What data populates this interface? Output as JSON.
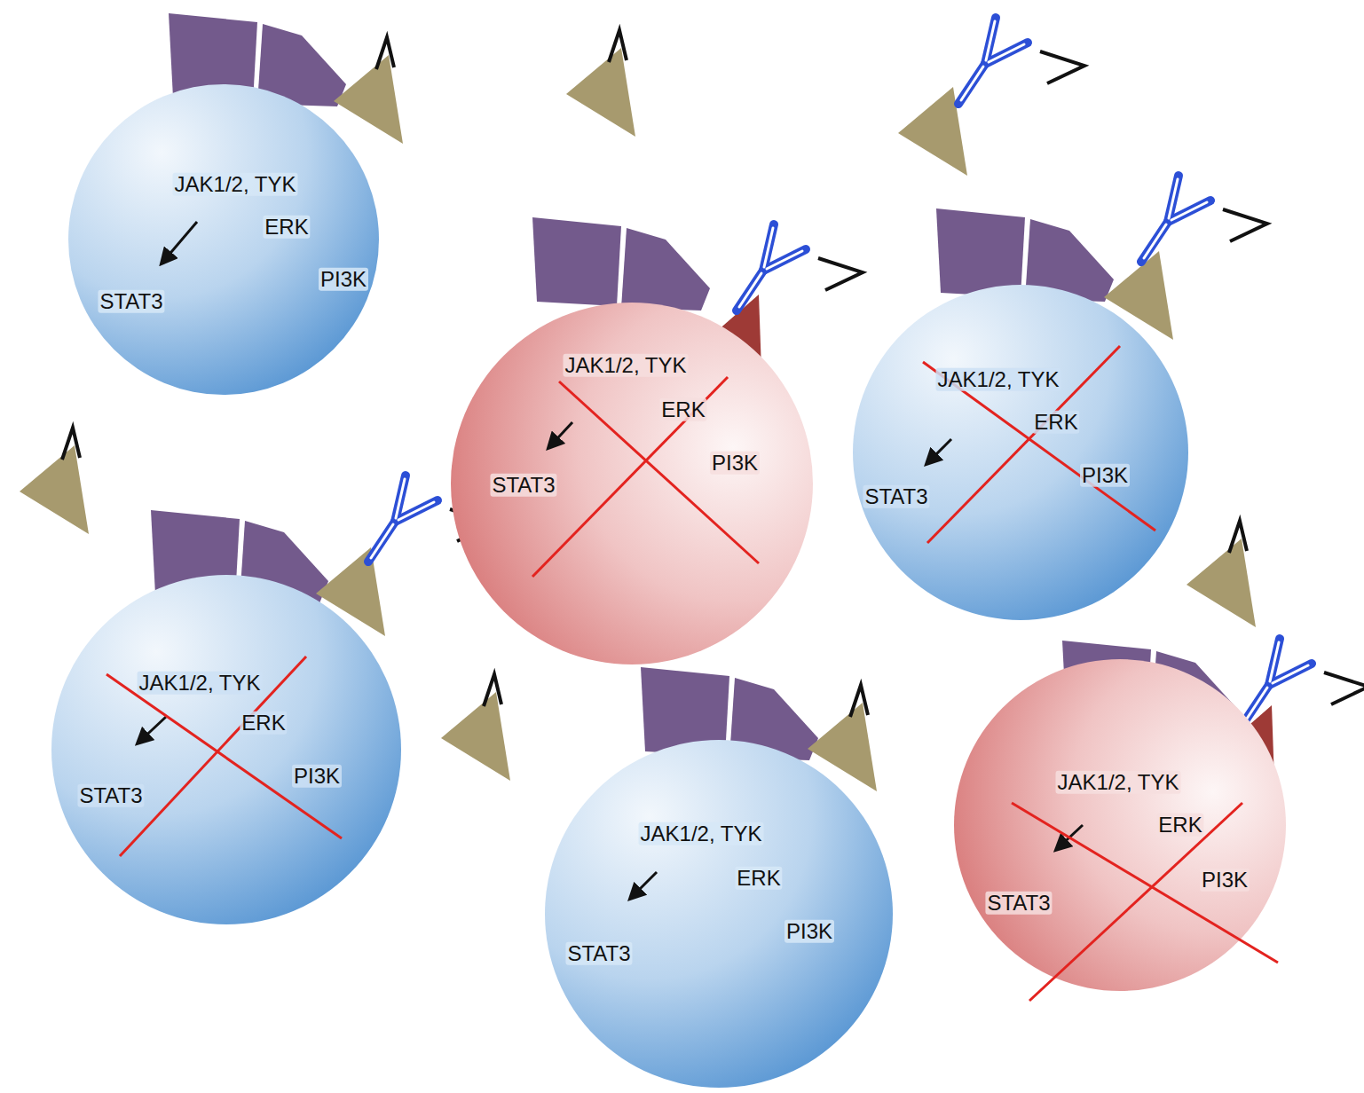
{
  "diagram": {
    "nodes": [
      {
        "text": [
          "JAK1/2, TYK",
          "ERK",
          "PI3K",
          "STAT3"
        ]
      },
      {
        "text": [
          "JAK1/2, TYK",
          "ERK",
          "PI3K",
          "STAT3"
        ]
      },
      {
        "text": [
          "JAK1/2, TYK",
          "ERK",
          "PI3K",
          "STAT3"
        ]
      },
      {
        "text": [
          "JAK1/2, TYK",
          "ERK",
          "PI3K",
          "STAT3"
        ]
      },
      {
        "text": [
          "JAK1/2, TYK",
          "ERK",
          "PI3K",
          "STAT3"
        ]
      },
      {
        "text": [
          "JAK1/2, TYK",
          "ERK",
          "PI3K",
          "STAT3"
        ]
      }
    ]
  }
}
